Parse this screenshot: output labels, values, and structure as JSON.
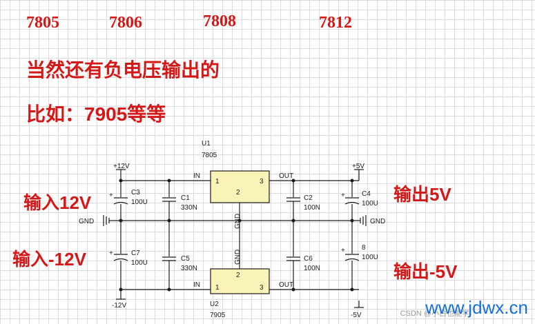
{
  "top_models": [
    "7805",
    "7806",
    "7808",
    "7812"
  ],
  "heading_line1": "当然还有负电压输出的",
  "heading_line2": "比如：7905等等",
  "input_pos_label": "输入12V",
  "input_neg_label": "输入-12V",
  "output_pos_label": "输出5V",
  "output_neg_label": "输出-5V",
  "schematic": {
    "u1": {
      "ref": "U1",
      "part": "7805",
      "pin1": "1",
      "pin2": "2",
      "pin3": "3",
      "in": "IN",
      "out": "OUT"
    },
    "u2": {
      "ref": "U2",
      "part": "7905",
      "pin1": "1",
      "pin2": "2",
      "pin3": "3",
      "in": "IN",
      "out": "OUT"
    },
    "rail_pos_in": "+12V",
    "rail_neg_in": "-12V",
    "rail_pos_out": "+5V",
    "rail_neg_out": "-5V",
    "gnd": "GND",
    "c1": {
      "ref": "C1",
      "value": "330N"
    },
    "c2": {
      "ref": "C2",
      "value": "100N"
    },
    "c3": {
      "ref": "C3",
      "value": "100U"
    },
    "c4": {
      "ref": "C4",
      "value": "100U"
    },
    "c5": {
      "ref": "C5",
      "value": "330N"
    },
    "c6": {
      "ref": "C6",
      "value": "100N"
    },
    "c7": {
      "ref": "C7",
      "value": "100U"
    },
    "c8": {
      "ref": "8",
      "value": "100U"
    },
    "plus": "+"
  },
  "watermark": "www.jdwx.cn",
  "csdn": "CSDN @小白也能学"
}
